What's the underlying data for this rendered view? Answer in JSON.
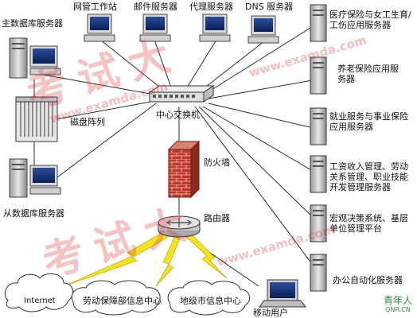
{
  "labels": {
    "master_db": "主数据库服务器",
    "net_admin": "网管工作站",
    "mail_server": "邮件服务器",
    "proxy_server": "代理服务器",
    "dns_server": "DNS 服务器",
    "medical_insurance": "医疗保险与女工生育/工伤应用服务器",
    "pension": "养老保险应用服务器",
    "employment": "就业服务与事业保险应用服务器",
    "wage": "工资收入管理、劳动关系管理、职业技能开发管理服务器",
    "macro_decision": "宏观决策系统、基层单位管理平台",
    "office_auto": "办公自动化服务器",
    "disk_array": "磁盘阵列",
    "core_switch": "中心交换机",
    "firewall": "防火墙",
    "slave_db": "从数据库服务器",
    "router": "路由器",
    "internet": "Internet",
    "labor_dept": "劳动保障部信息中心",
    "city_center": "地级市信息中心",
    "mobile_user": "移动用户"
  },
  "watermark": {
    "top": "考试大",
    "bottom": "考试大",
    "url_top": "www.examda.com",
    "url_mid": "www.examda.com",
    "url_bottom": "www.examda.com",
    "corner_main": "青年人",
    "corner_sub": "QNR.CN"
  },
  "colors": {
    "wire": "#2b2b2b",
    "brick": "#c0392b",
    "lightning": "#f4e21c",
    "watermark": "#dc2828"
  }
}
